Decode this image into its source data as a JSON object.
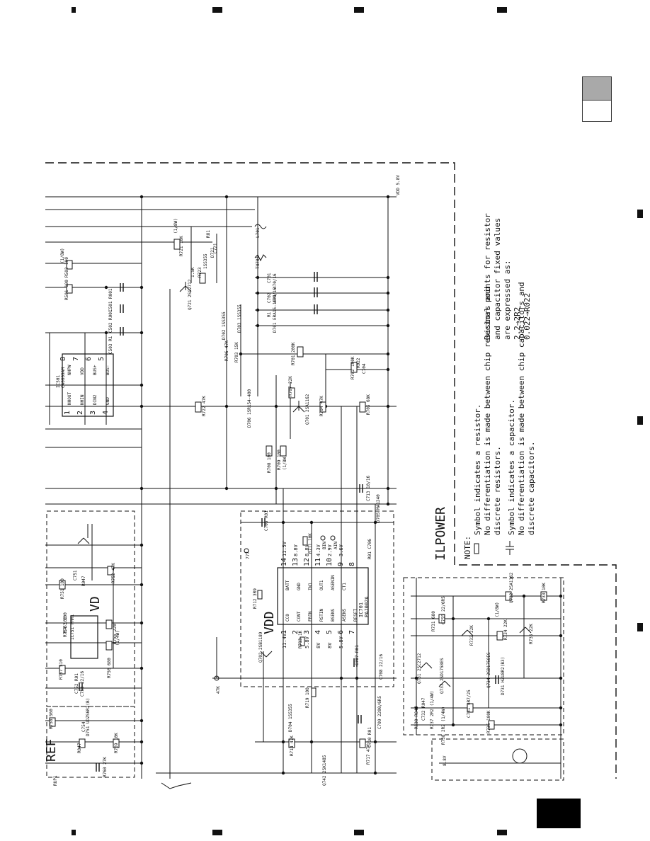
{
  "note": {
    "heading": "NOTE:",
    "resistor_lines": [
      "Symbol indicates a resistor.",
      "No differentiation is made between chip resistors and",
      "discrete resistors."
    ],
    "capacitor_lines": [
      "Symbol indicates a capacitor.",
      "No differentiation is made between chip capacitors and",
      "discrete capacitors."
    ],
    "decimal_lines": [
      "Decimal points for resistor",
      "and capacitor fixed values",
      "are expressed as:",
      "2.2→2R2",
      "0.022→R022"
    ]
  },
  "sections": {
    "vdd_top": "VDD",
    "vd": "VD",
    "ref": "REF",
    "ilpower": "ILPOWER",
    "vdd_box": "VDD"
  },
  "ic_c501": {
    "name": "IC501",
    "part": "CA0009AM",
    "pins_top": [
      "8",
      "7",
      "6",
      "5"
    ],
    "pins_bottom": [
      "1",
      "2",
      "3",
      "4"
    ],
    "labels_top": [
      "NHPW",
      "VDD",
      "BUS+",
      "BUS-"
    ],
    "labels_bottom": [
      "NHOUT",
      "NHIN",
      "DIN2",
      "GND"
    ]
  },
  "ic_c701": {
    "name": "IC701",
    "part": "PAJ002A",
    "pins_top": [
      "14",
      "13",
      "12",
      "11",
      "10",
      "9",
      "8"
    ],
    "pins_bottom": [
      "1",
      "2",
      "3",
      "4",
      "5",
      "6",
      "7"
    ],
    "labels_top": [
      "BATT",
      "GND",
      "IN1",
      "OUT1",
      "ASENIN",
      "CT1"
    ],
    "labels_bottom": [
      "CC0",
      "CONT",
      "FBIN",
      "RSTIN",
      "BSENS",
      "ASENS",
      "RESET"
    ],
    "volts_top": [
      "11.5V",
      "8.8V",
      "8.8V",
      "4.3V",
      "2.9V",
      "3.6V"
    ],
    "volts_bottom": [
      "11.4V",
      "5.8V",
      "8V",
      "8V",
      "5.8V"
    ]
  },
  "components": [
    "R721 10K",
    "(1/8W)",
    "R81",
    "C721",
    "1SS355",
    "D721",
    "1.5K",
    "R723",
    "Q721 2SC2712",
    "R502 100",
    "(1/8W)",
    "R501 100",
    "C501 R001",
    "C502 R001",
    "C503 R1",
    "L701",
    "TH701",
    "470/16",
    "C701",
    "C702",
    "470/16",
    "R1",
    "D701 ERA15-10Y1",
    "D702 1SS355",
    "D703 1SS355",
    "R706 47K",
    "R703 15K",
    "R701 200K",
    "R702 100K",
    "R022",
    "C704",
    "R707 22K",
    "R722 47K",
    "Q701 2SA1162",
    "R704 47K",
    "R705 68K",
    "D706 1SR154-400",
    "R708 100",
    "R709 100",
    "(1/8W)",
    "C713 10/16",
    "D705 MA1240",
    "C705 R01",
    "R711 10K",
    "BIN",
    "AIN",
    "R01 C706",
    "R712 3R9",
    "Q702 2SB1189",
    "R713 1K",
    "R719 100",
    "D704 1SS355",
    "C708 22/16",
    "C707 R01",
    "C709 2200/6R5",
    "C710 R01",
    "R717 47K",
    "R714 47K",
    "R751 100",
    "C751",
    "R752 47K",
    "R047",
    "R753 100",
    "R754 100",
    "1C751 PMM1",
    "R755 220",
    "(1/4W)",
    "R756 680",
    "R757 510",
    "C752 R01",
    "C753 22/16",
    "R758 560",
    "D751 UDZS6R2(B)",
    "C754",
    "R047",
    "R759 10K",
    "R760 27K",
    "C755 22/6R5",
    "R731 680",
    "(1/8W)",
    "R732 22K",
    "Q732 2SA1162",
    "R733 10K",
    "R734 22K",
    "R735 22K",
    "Q731 2SC2712",
    "Q733 2SD1758ES",
    "Q734 2SD1758ES",
    "D731 HZU8R2(B3)",
    "C731 4R7/25",
    "R736 100K",
    "R130 R047",
    "R737 2R2 (1/4W)",
    "R738 2R2 (1/4W)",
    "C732 R047",
    "8.8V",
    "Q742 2SK1485",
    "47K",
    "VDD 5.8V",
    "777",
    "RUP1"
  ]
}
